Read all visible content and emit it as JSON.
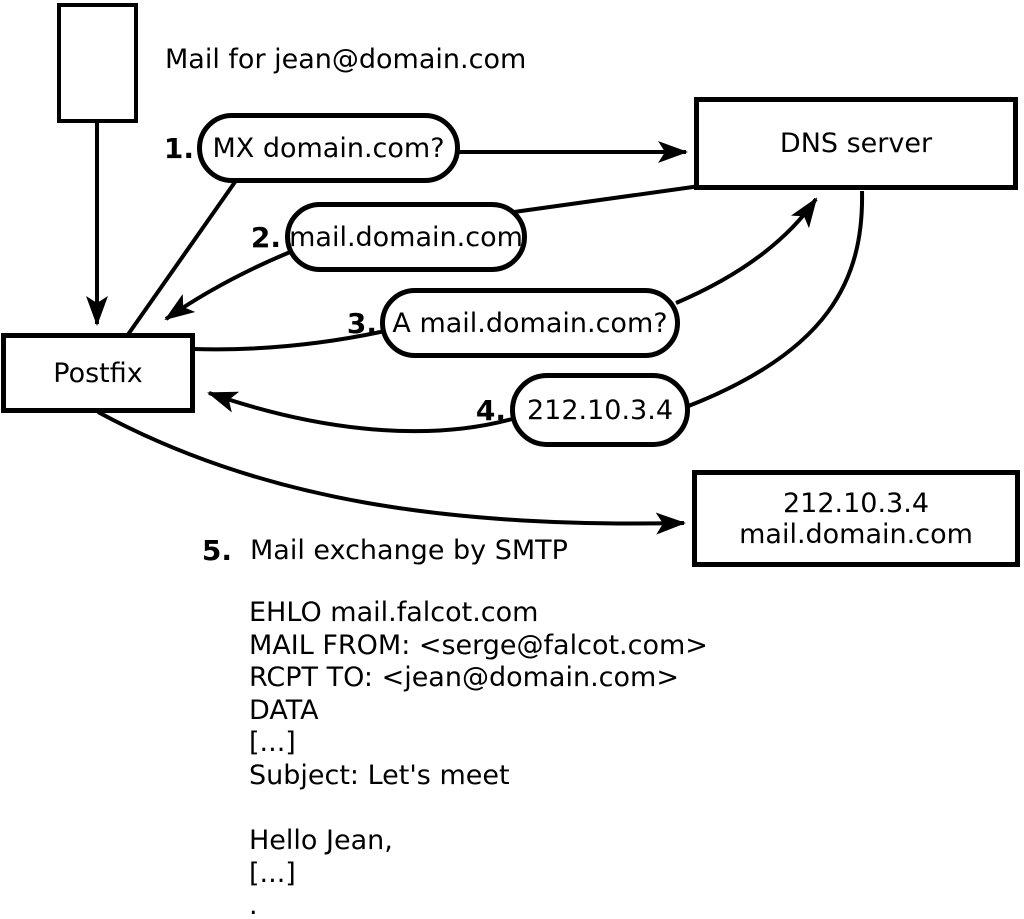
{
  "diagram": {
    "mail_note": "Mail for jean@domain.com",
    "nodes": {
      "postfix": "Postfix",
      "dns": "DNS server",
      "mailserver_line1": "212.10.3.4",
      "mailserver_line2": "mail.domain.com"
    },
    "steps": [
      {
        "num": "1.",
        "label": "MX domain.com?"
      },
      {
        "num": "2.",
        "label": "mail.domain.com"
      },
      {
        "num": "3.",
        "label": "A mail.domain.com?"
      },
      {
        "num": "4.",
        "label": "212.10.3.4"
      },
      {
        "num": "5.",
        "label": "Mail exchange by SMTP"
      }
    ],
    "smtp": {
      "lines": [
        "EHLO mail.falcot.com",
        "MAIL FROM: <serge@falcot.com>",
        "RCPT TO: <jean@domain.com>",
        "DATA",
        "[...]",
        "Subject: Let's meet",
        "",
        "Hello Jean,",
        "[...]",
        "."
      ]
    },
    "colors": {
      "ink": "#000000",
      "paper": "#ffffff"
    }
  }
}
